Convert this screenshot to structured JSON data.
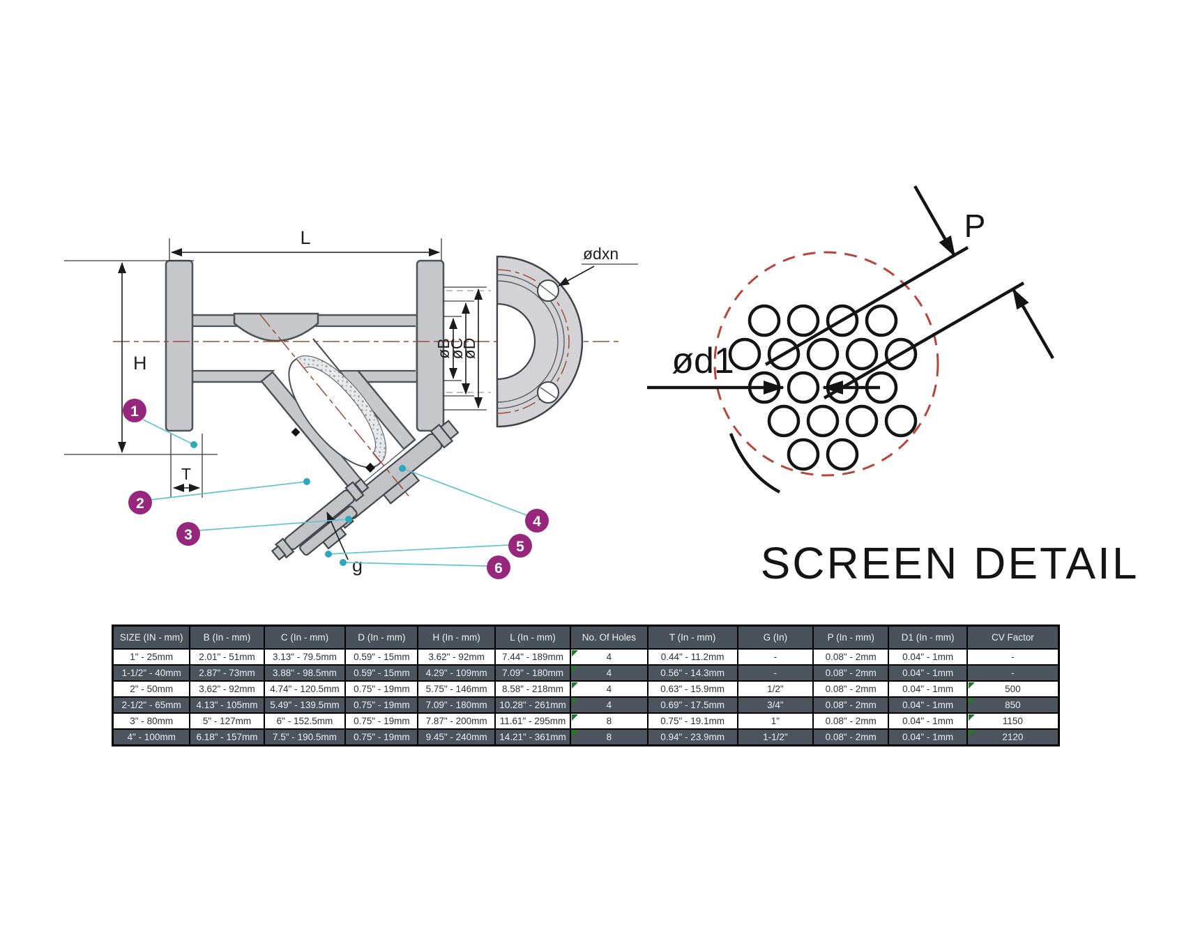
{
  "diagram": {
    "labels": {
      "L": "L",
      "H": "H",
      "T": "T",
      "g": "g",
      "oB": "øB",
      "oC": "øC",
      "oD": "øD",
      "odxn": "ødxn"
    },
    "callouts": [
      "1",
      "2",
      "3",
      "4",
      "5",
      "6"
    ],
    "screen_detail": {
      "od1": "ød1",
      "P": "P",
      "caption": "SCREEN DETAIL"
    }
  },
  "table": {
    "headers": [
      "SIZE (IN - mm)",
      "B (In - mm)",
      "C (In - mm)",
      "D (In - mm)",
      "H (In - mm)",
      "L (In - mm)",
      "No. Of Holes",
      "T (In - mm)",
      "G (In)",
      "P (In - mm)",
      "D1 (In - mm)",
      "CV Factor"
    ],
    "rows": [
      [
        "1\" - 25mm",
        "2.01\" - 51mm",
        "3.13\" - 79.5mm",
        "0.59\" - 15mm",
        "3.62\" - 92mm",
        "7.44\" - 189mm",
        "4",
        "0.44\" - 11.2mm",
        "-",
        "0.08\" - 2mm",
        "0.04\" - 1mm",
        "-"
      ],
      [
        "1-1/2\" - 40mm",
        "2.87\" - 73mm",
        "3.88\" - 98.5mm",
        "0.59\" - 15mm",
        "4.29\" - 109mm",
        "7.09\" - 180mm",
        "4",
        "0.56\" - 14.3mm",
        "-",
        "0.08\" - 2mm",
        "0.04\" - 1mm",
        "-"
      ],
      [
        "2\" - 50mm",
        "3.62\" - 92mm",
        "4.74\" - 120.5mm",
        "0.75\" - 19mm",
        "5.75\" - 146mm",
        "8.58\" - 218mm",
        "4",
        "0.63\" - 15.9mm",
        "1/2\"",
        "0.08\" - 2mm",
        "0.04\" - 1mm",
        "500"
      ],
      [
        "2-1/2\" - 65mm",
        "4.13\" - 105mm",
        "5.49\" - 139.5mm",
        "0.75\" - 19mm",
        "7.09\" - 180mm",
        "10.28\" - 261mm",
        "4",
        "0.69\" - 17.5mm",
        "3/4\"",
        "0.08\" - 2mm",
        "0.04\" - 1mm",
        "850"
      ],
      [
        "3\" - 80mm",
        "5\" - 127mm",
        "6\" - 152.5mm",
        "0.75\" - 19mm",
        "7.87\" - 200mm",
        "11.61\" - 295mm",
        "8",
        "0.75\" - 19.1mm",
        "1\"",
        "0.08\" - 2mm",
        "0.04\" - 1mm",
        "1150"
      ],
      [
        "4\" - 100mm",
        "6.18\" - 157mm",
        "7.5\" - 190.5mm",
        "0.75\" - 19mm",
        "9.45\" - 240mm",
        "14.21\" - 361mm",
        "8",
        "0.94\" - 23.9mm",
        "1-1/2\"",
        "0.08\" - 2mm",
        "0.04\" - 1mm",
        "2120"
      ]
    ],
    "flagged_cells": [
      [
        0,
        6
      ],
      [
        1,
        6
      ],
      [
        2,
        6
      ],
      [
        3,
        6
      ],
      [
        4,
        6
      ],
      [
        5,
        6
      ],
      [
        2,
        11
      ],
      [
        3,
        11
      ],
      [
        4,
        11
      ],
      [
        5,
        11
      ]
    ]
  },
  "colors": {
    "accent_purple": "#97267d",
    "leader_cyan": "#63c3d2",
    "centerline_red": "#9b4a3a",
    "screen_circle_red": "#b4463b",
    "table_header_bg": "#49515b",
    "table_dark_row_bg": "#4c545e",
    "flag_green": "#207a28"
  }
}
